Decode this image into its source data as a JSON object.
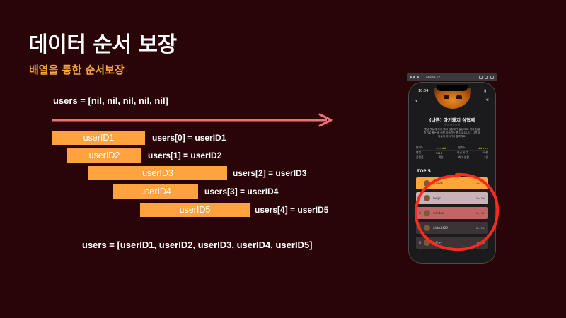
{
  "slide": {
    "title": "데이터 순서 보장",
    "subtitle": "배열을 통한 순서보장",
    "initial_array": "users = [nil, nil, nil, nil, nil]",
    "final_array": "users = [userID1, userID2, userID3, userID4, userID5]",
    "colors": {
      "background": "#2a0508",
      "accent": "#ffa63a",
      "bar": "#ffa33f",
      "arrow": "#f0707a",
      "circle": "#ff2a1f"
    }
  },
  "timeline": [
    {
      "bar_label": "userID1",
      "assignment": "users[0] = userID1"
    },
    {
      "bar_label": "userID2",
      "assignment": "users[1] = userID2"
    },
    {
      "bar_label": "userID3",
      "assignment": "users[2] = userID3"
    },
    {
      "bar_label": "userID4",
      "assignment": "users[3] = userID4"
    },
    {
      "bar_label": "userID5",
      "assignment": "users[4] = userID5"
    }
  ],
  "simulator": {
    "window_title": "iPhone 12",
    "time": "10:04",
    "back_icon": "chevron-left-icon",
    "share_icon": "share-icon",
    "book_title": "(나쁜) 아기돼지 삼형제",
    "book_subtitle": "이야기 | 소설",
    "description": "옛날 옛날에 아기 돼지 삼형제가 살았어요. 셋은 집을 짓기로 했는데, 이번 이야기는 좀 다르답니다. 나쁜 돼지들의 이야기가 펼쳐져요.",
    "stats": [
      {
        "label": "난이도",
        "value": "★★★★★",
        "label2": "인기도",
        "value2": "★★★★★"
      },
      {
        "label": "평점",
        "value": "3914",
        "label2": "최근 시간",
        "value2": "60분"
      },
      {
        "label": "플랫폼",
        "value": "책읽",
        "label2": "최대 인원",
        "value2": "3인"
      }
    ],
    "top_label": "TOP 5",
    "ranks": [
      {
        "rank": "1",
        "name": "yuseok",
        "score": "4m 26s"
      },
      {
        "rank": "2",
        "name": "hwijin",
        "score": "5m 33s"
      },
      {
        "rank": "3",
        "name": "mindoo",
        "score": "5m 41s"
      },
      {
        "rank": "4",
        "name": "alcho0429",
        "score": "6m 12s"
      },
      {
        "rank": "5",
        "name": "jeffrey",
        "score": "7m 05s"
      }
    ]
  }
}
